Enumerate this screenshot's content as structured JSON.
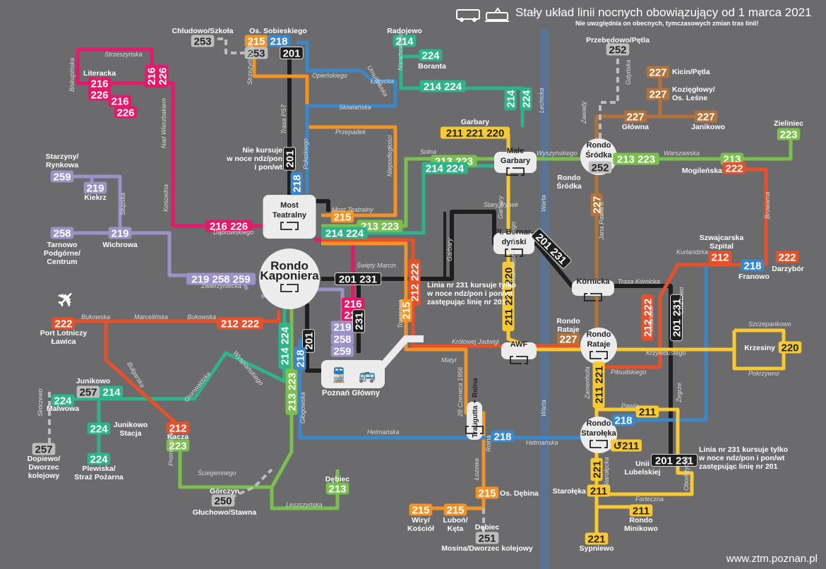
{
  "header": {
    "title": "Stały układ linii nocnych obowiązujący od 1 marca 2021",
    "subtitle": "Nie uwzględnia on obecnych, tymczasowych zmian tras linii!",
    "icons": [
      "bus-icon",
      "tram-icon"
    ]
  },
  "footer": {
    "url": "www.ztm.poznan.pl"
  },
  "colors": {
    "background": "#6b6b6d",
    "river": "#5a7394",
    "l201": "#1e1e1e",
    "l211": "#f9c934",
    "l212": "#e8502a",
    "l213": "#7bbf4e",
    "l214": "#2fb38a",
    "l215": "#f39326",
    "l216": "#e5196a",
    "l218": "#3a87c9",
    "l219": "#9c92c8",
    "l227": "#b2733a",
    "l25x": "#bdbdbd",
    "hub": "#ececec"
  },
  "river": {
    "label": "Warta"
  },
  "hubs": [
    {
      "id": "most-teatralny",
      "label": "Most Teatralny"
    },
    {
      "id": "rondo-kaponiera",
      "label": "Rondo Kaponiera"
    },
    {
      "id": "male-garbary",
      "label": "Małe Garbary"
    },
    {
      "id": "pl-bernardynski",
      "label": "Pl. Bernar-dyński"
    },
    {
      "id": "kornicka",
      "label": "Kórnicka"
    },
    {
      "id": "awf",
      "label": "AWF"
    },
    {
      "id": "rondo-srodka",
      "label": "Rondo Śródka"
    },
    {
      "id": "rondo-rataje",
      "label": "Rondo Rataje"
    },
    {
      "id": "rondo-staroleka",
      "label": "Rondo Starołęka"
    },
    {
      "id": "trauguttа-rolna",
      "label": "Traugutta + Rolna"
    },
    {
      "id": "poznan-glowny",
      "label": "Poznań Główny"
    }
  ],
  "stops": [
    {
      "name": "Chludowo/Szkoła",
      "lines": "253"
    },
    {
      "name": "Os. Sobieskiego",
      "lines": "215 218 253 201"
    },
    {
      "name": "Literacka",
      "lines": "216 226"
    },
    {
      "name": "Radojewo",
      "lines": "214"
    },
    {
      "name": "Boranta",
      "lines": "224"
    },
    {
      "name": "Przebędowo/Pętla",
      "lines": "252"
    },
    {
      "name": "Kicin/Pętla",
      "lines": "227"
    },
    {
      "name": "Kozięgłowy/ Os. Leśne",
      "lines": "227"
    },
    {
      "name": "Główna",
      "lines": "227"
    },
    {
      "name": "Janikowo",
      "lines": "227"
    },
    {
      "name": "Zieliniec",
      "lines": "223"
    },
    {
      "name": "Mogileńska",
      "lines": "222"
    },
    {
      "name": "Garbary",
      "lines": "211 221 220"
    },
    {
      "name": "Rondo Śródka",
      "lines": "252"
    },
    {
      "name": "Starzyny/ Rynkowa",
      "lines": "259"
    },
    {
      "name": "Kiekrz",
      "lines": "219"
    },
    {
      "name": "Tarnowo Podgórne/ Centrum",
      "lines": "258"
    },
    {
      "name": "Wichrowa",
      "lines": "219"
    },
    {
      "name": "Szwajcarska Szpital",
      "lines": "212"
    },
    {
      "name": "Darzybór",
      "lines": "222"
    },
    {
      "name": "Franowo",
      "lines": "218"
    },
    {
      "name": "Port Lotniczy Ławica",
      "lines": "222"
    },
    {
      "name": "Rondo Rataje",
      "lines": "227"
    },
    {
      "name": "Krzesiny",
      "lines": "220"
    },
    {
      "name": "Junikowo",
      "lines": "257 214"
    },
    {
      "name": "Malwowa",
      "lines": "224"
    },
    {
      "name": "Junikowo Stacja",
      "lines": "224"
    },
    {
      "name": "Plewiska/ Straż Pożarna",
      "lines": "224"
    },
    {
      "name": "Dopiewo/ Dworzec kolejowy",
      "lines": "257"
    },
    {
      "name": "Kacza",
      "lines": "212 223"
    },
    {
      "name": "Górczyn",
      "lines": "250"
    },
    {
      "name": "Głuchowo/Stawna",
      "lines": "250"
    },
    {
      "name": "Dębiec",
      "lines": "213"
    },
    {
      "name": "Os. Dębina",
      "lines": "215"
    },
    {
      "name": "Wiry/ Kościół",
      "lines": "215"
    },
    {
      "name": "Luboń/ Kęta",
      "lines": "215"
    },
    {
      "name": "Dębiec",
      "lines": "251"
    },
    {
      "name": "Mosina/Dworzec kolejowy",
      "lines": "251"
    },
    {
      "name": "Unii Lubelskiej",
      "lines": "201 231"
    },
    {
      "name": "Starołęka",
      "lines": "211"
    },
    {
      "name": "Rondo Minikowo",
      "lines": "211"
    },
    {
      "name": "Sypniewo",
      "lines": "221"
    }
  ],
  "streets": [
    "Strzeszyńska",
    "Biskupińska",
    "Nad Wierzbakiem",
    "Kościelna",
    "Dąbrowskiego",
    "Słupska",
    "Zwierzyniecka",
    "Strzeżyńskiego",
    "Trasa PST",
    "Pułaskiego",
    "Opieńskiego",
    "Umultowska",
    "Łużycka",
    "Naramowicka",
    "Słowiańska",
    "Przepadek",
    "Lechicka",
    "Niepodległości",
    "Solna",
    "Most Teatralny",
    "Wyszyńskiego",
    "Warszawska",
    "Gdyńska",
    "Zawady",
    "Jana Pawła II",
    "Browarna",
    "Kurlandzka",
    "Trasa Kórnicka",
    "Inflancka",
    "Chartowo",
    "Krzywoustego",
    "Szczepankowo",
    "Pokrzywno",
    "Święty Marcin",
    "Stary Rynek",
    "Gwarna",
    "Garbary",
    "Kazimierza Wielkiego",
    "Królowej Jadwigi",
    "Towarowa",
    "Matyi",
    "28 Czerwca 1956",
    "Rolna",
    "Łozowa",
    "Hetmańska",
    "Zamenhofa",
    "Piłsudskiego",
    "Pawia",
    "Żegrze",
    "Starołęcka",
    "Forteczna",
    "Obodrzycka",
    "Bukowska",
    "Marcelińska",
    "Bułgarska",
    "Grunwaldzka",
    "Wyspiańskiego",
    "Głogowska",
    "Promienista",
    "Ściegiennego",
    "Leszczyńska",
    "Skórzewo"
  ],
  "notes": {
    "n201": "Nie kursuje w noce ndz/pon i pon/wt",
    "n231": "Linia nr 231 kursuje tylko w noce ndz/pon i pon/wt zastępując linię nr 201"
  },
  "labels": {
    "badge_most_215": "215",
    "badge_most_213": "213 223",
    "badge_most_214": "214 224",
    "badge_201_231": "201 231"
  }
}
